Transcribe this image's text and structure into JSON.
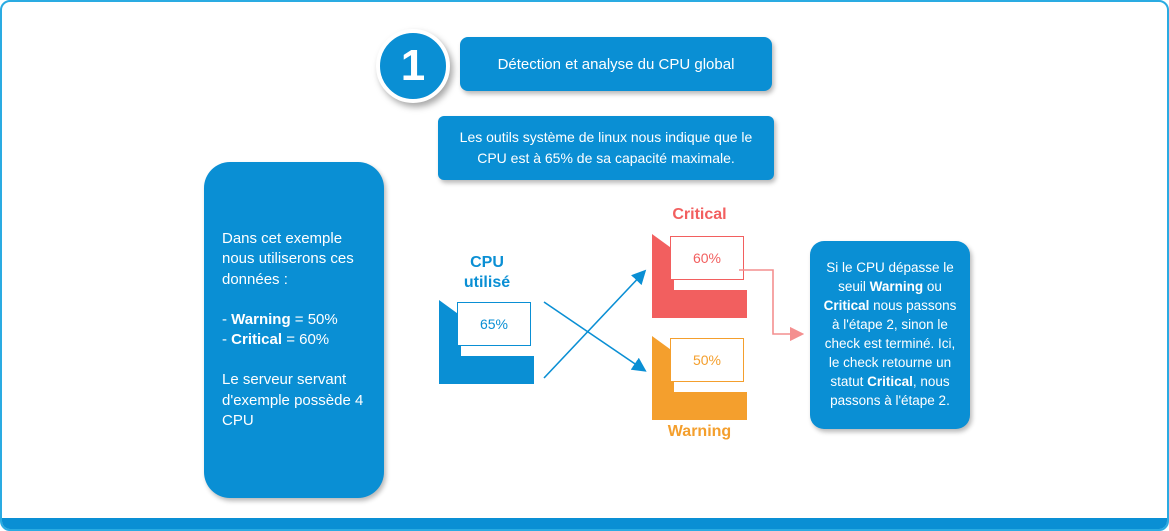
{
  "colors": {
    "primary_blue": "#0a8fd4",
    "border_blue": "#2aabe2",
    "critical_red": "#f25f5f",
    "warning_orange": "#f49f2d",
    "arrow_red": "#f48f8f"
  },
  "step_badge": {
    "number": "1"
  },
  "title_box": {
    "text": "Détection et analyse du CPU global"
  },
  "description_box": {
    "text": "Les outils système de linux nous indique que le CPU est à 65% de sa capacité maximale."
  },
  "left_panel": {
    "intro": [
      {
        "t": "Dans cet exemple nous utiliserons ces données :"
      }
    ],
    "warning_line": [
      {
        "t": "- "
      },
      {
        "t": "Warning",
        "b": true
      },
      {
        "t": " = 50%"
      }
    ],
    "critical_line": [
      {
        "t": "- "
      },
      {
        "t": "Critical",
        "b": true
      },
      {
        "t": " = 60%"
      }
    ],
    "outro": [
      {
        "t": "Le serveur servant d'exemple possède 4 CPU"
      }
    ]
  },
  "flow": {
    "cpu": {
      "label": "CPU utilisé",
      "value": "65%"
    },
    "critical": {
      "label": "Critical",
      "value": "60%"
    },
    "warning": {
      "label": "Warning",
      "value": "50%"
    }
  },
  "result_box": {
    "rich": [
      {
        "t": "Si le CPU dépasse le seuil "
      },
      {
        "t": "Warning",
        "b": true
      },
      {
        "t": " ou "
      },
      {
        "t": "Critical",
        "b": true
      },
      {
        "t": " nous passons à l'étape 2, sinon le check est terminé. Ici, le check retourne un statut "
      },
      {
        "t": "Critical",
        "b": true
      },
      {
        "t": ", nous passons à l'étape 2."
      }
    ]
  }
}
